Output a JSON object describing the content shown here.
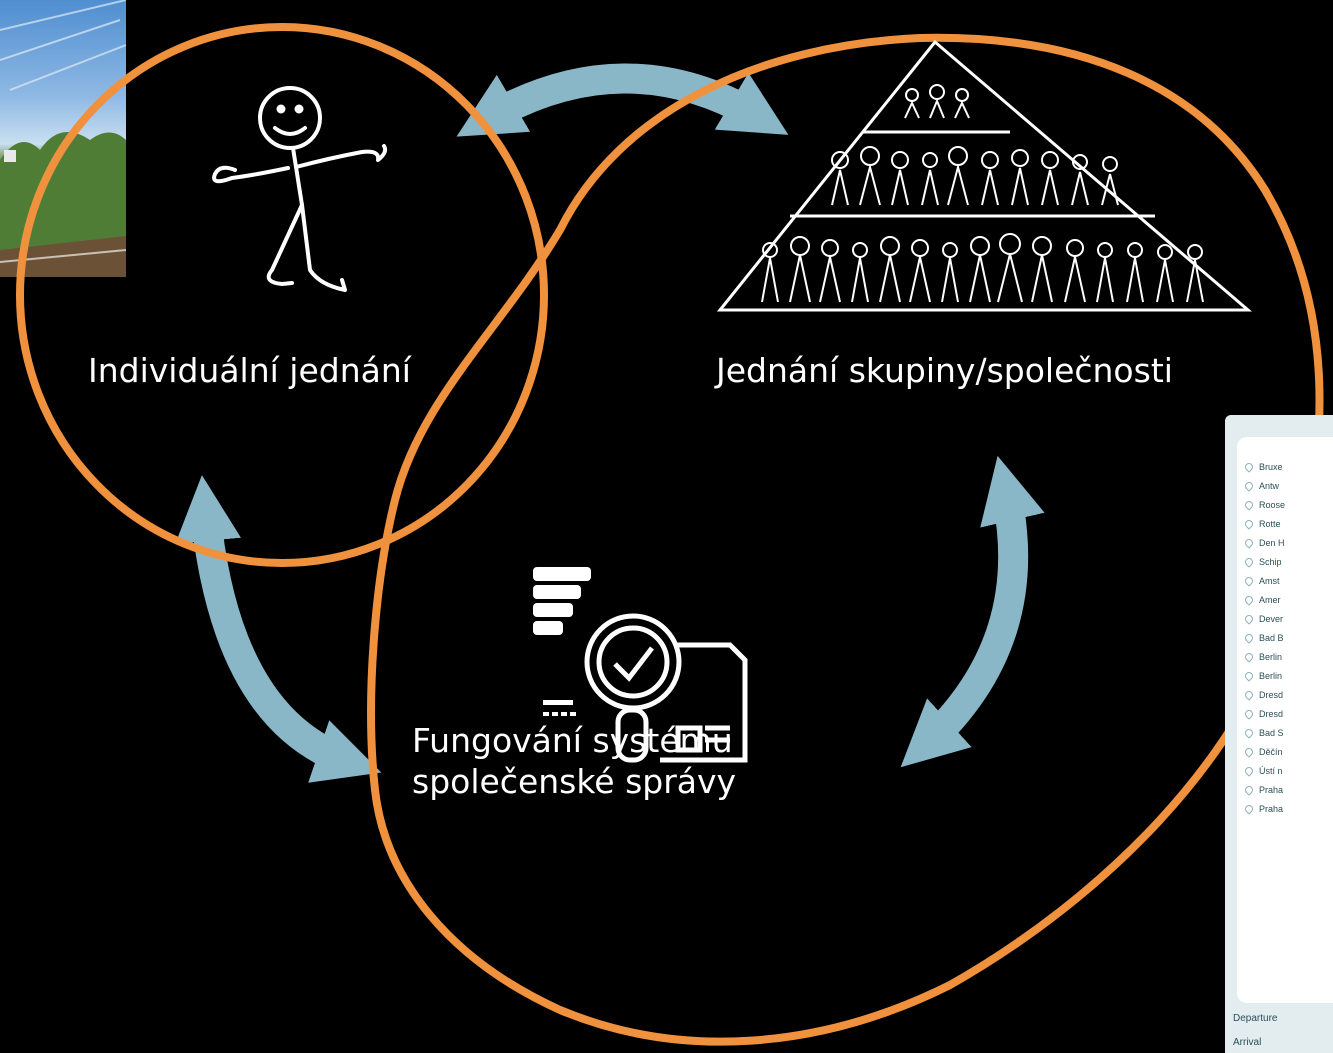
{
  "labels": {
    "individual": "Individuální jednání",
    "group": "Jednání skupiny/společnosti",
    "system_line1": "Fungování systému",
    "system_line2": "společenské správy"
  },
  "icons": {
    "individual": "stick-figure-icon",
    "group": "people-pyramid-icon",
    "system": "magnifier-document-check-icon"
  },
  "colors": {
    "background": "#000000",
    "circle_stroke": "#f0913e",
    "arrow_fill": "#8ab7c7",
    "text": "#ffffff"
  },
  "panel": {
    "stops": [
      "Bruxe",
      "Antw",
      "Roose",
      "Rotte",
      "Den H",
      "Schip",
      "Amst",
      "Amer",
      "Dever",
      "Bad B",
      "Berlin",
      "Berlin",
      "Dresd",
      "Dresd",
      "Bad S",
      "Děčín",
      "Ústí n",
      "Praha",
      "Praha"
    ],
    "departure_label": "Departure",
    "arrival_label": "Arrival"
  }
}
